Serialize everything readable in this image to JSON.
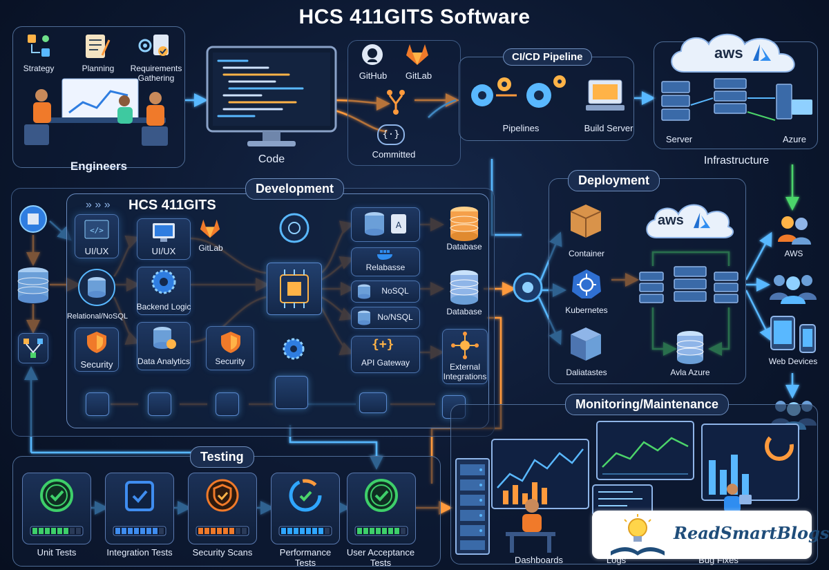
{
  "title": "HCS 411GITS Software",
  "engineers": {
    "steps": [
      "Strategy",
      "Planning",
      "Requirements\nGathering"
    ],
    "label": "Engineers"
  },
  "code": {
    "label": "Code"
  },
  "source_control": {
    "github": "GitHub",
    "gitlab": "GitLab",
    "committed": "Committed"
  },
  "cicd": {
    "title": "CI/CD Pipeline",
    "pipelines": "Pipelines",
    "build_server": "Build Server"
  },
  "infrastructure": {
    "cloud_text": "aws",
    "server": "Server",
    "azure": "Azure",
    "label": "Infrastructure"
  },
  "development": {
    "title": "Development",
    "brand": "HCS 411GITS",
    "left_column": [
      "UI/UX",
      "Relational/NoSQL",
      "Security"
    ],
    "mid_column": [
      "UI/UX",
      "Backend Logic",
      "Data Analytics"
    ],
    "gitlab": "GitLab",
    "security": "Security",
    "right_stack": [
      "Relabasse",
      "NoSQL",
      "No/NSQL",
      "API Gateway"
    ],
    "outputs": [
      "Database",
      "Database",
      "External\nIntegrations"
    ]
  },
  "deployment": {
    "title": "Deployment",
    "cloud_text": "aws",
    "left_items": [
      "Container",
      "Kubernetes",
      "Daliatastes"
    ],
    "azure_db": "Avla Azure"
  },
  "clients": [
    "AWS",
    "Web Devices"
  ],
  "monitoring": {
    "title": "Monitoring/Maintenance",
    "labels": [
      "Dashboards",
      "Logs",
      "Bug Fixes"
    ]
  },
  "testing": {
    "title": "Testing",
    "stages": [
      {
        "label": "Unit Tests",
        "color": "#3ecf6a",
        "progress": 0.8
      },
      {
        "label": "Integration Tests",
        "color": "#3f8df0",
        "progress": 0.85
      },
      {
        "label": "Security Scans",
        "color": "#f07a2a",
        "progress": 0.8
      },
      {
        "label": "Performance\nTests",
        "color": "#2fa6ff",
        "progress": 0.85
      },
      {
        "label": "User Acceptance\nTests",
        "color": "#3ecf6a",
        "progress": 0.85
      }
    ]
  },
  "logo": {
    "text": "ReadSmartBlogs"
  },
  "colors": {
    "flow_orange": "#ff9a3c",
    "flow_blue": "#59b8ff",
    "flow_green": "#4cd46a",
    "panel_border": "#4f6d97"
  },
  "icons": [
    "user-group-icon",
    "gear-icon",
    "database-icon",
    "server-rack-icon",
    "cloud-icon",
    "chip-icon",
    "shield-icon",
    "monitor-icon",
    "code-icon",
    "check-badge-icon",
    "kubernetes-icon",
    "container-box-icon",
    "github-icon",
    "gitlab-icon"
  ]
}
